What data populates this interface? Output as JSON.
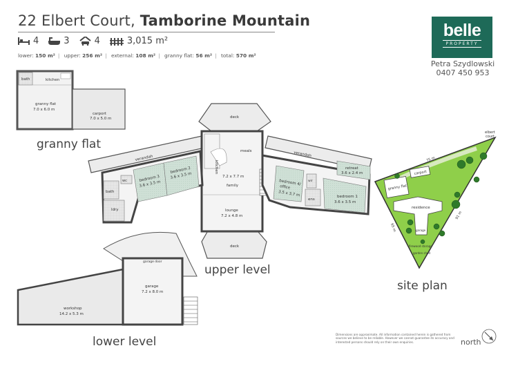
{
  "header": {
    "address_street": "22 Elbert Court,",
    "address_suburb": "Tamborine Mountain"
  },
  "features": [
    {
      "icon": "bed-icon",
      "value": "4"
    },
    {
      "icon": "bath-icon",
      "value": "3"
    },
    {
      "icon": "car-icon",
      "value": "4"
    },
    {
      "icon": "fence-icon",
      "value": "3,015 m²"
    }
  ],
  "areas": [
    {
      "label": "lower:",
      "value": "150 m²"
    },
    {
      "label": "upper:",
      "value": "256 m²"
    },
    {
      "label": "external:",
      "value": "108 m²"
    },
    {
      "label": "granny flat:",
      "value": "56 m²"
    },
    {
      "label": "total:",
      "value": "570 m²"
    }
  ],
  "brand": {
    "name": "belle",
    "sub": "PROPERTY",
    "color": "#1e6a58"
  },
  "agent": {
    "name": "Petra Szydlowski",
    "phone": "0407 450 953"
  },
  "granny_flat": {
    "label": "granny flat",
    "rooms": {
      "bath": "bath",
      "kitchen": "kitchen",
      "flat": "granny flat",
      "flat_dim": "7.0 x 6.0 m",
      "carport": "carport",
      "carport_dim": "7.0 x 5.0 m"
    }
  },
  "upper_level": {
    "label": "upper level",
    "rooms": {
      "deck_top": "deck",
      "deck_bottom": "deck",
      "meals": "meals",
      "kitchen": "kitchen",
      "family_dim": "7.2 x 7.7 m",
      "family": "family",
      "lounge": "lounge",
      "lounge_dim": "7.2 x 4.8 m",
      "verandah_left": "verandah",
      "verandah_right": "verandah",
      "bed3": "bedroom 3",
      "bed3_dim": "3.6 x 3.5 m",
      "bed2": "bedroom 2",
      "bed2_dim": "3.6 x 3.5 m",
      "bath": "bath",
      "ldry": "ldry",
      "wc": "wc",
      "office": "bedroom 4/",
      "office2": "office",
      "office_dim": "3.5 x 3.7 m",
      "ens": "ens",
      "wir": "wir",
      "retreat": "retreat",
      "retreat_dim": "3.6 x 2.4 m",
      "bed1": "bedroom 1",
      "bed1_dim": "3.6 x 3.5 m"
    }
  },
  "lower_level": {
    "label": "lower level",
    "rooms": {
      "garage_door": "garage door",
      "garage": "garage",
      "garage_dim": "7.2 x 8.0 m",
      "workshop": "workshop",
      "workshop_dim": "14.2 x 5.3 m"
    }
  },
  "site_plan": {
    "label": "site plan",
    "labels": {
      "street": "elbert",
      "street2": "court",
      "north_side": "75 m",
      "east_side": "91 m",
      "west_side": "65 m",
      "carport": "carport",
      "granny_flat": "granny flat",
      "residence": "residence",
      "garage": "garage",
      "storage": "firewood storage",
      "shed": "garden shed"
    }
  },
  "footer": {
    "disclaimer": "Dimensions are approximate. All information contained herein is gathered from sources we believe to be reliable. However we cannot guarantee its accuracy and interested persons should rely on their own enquiries.",
    "north": "north"
  }
}
